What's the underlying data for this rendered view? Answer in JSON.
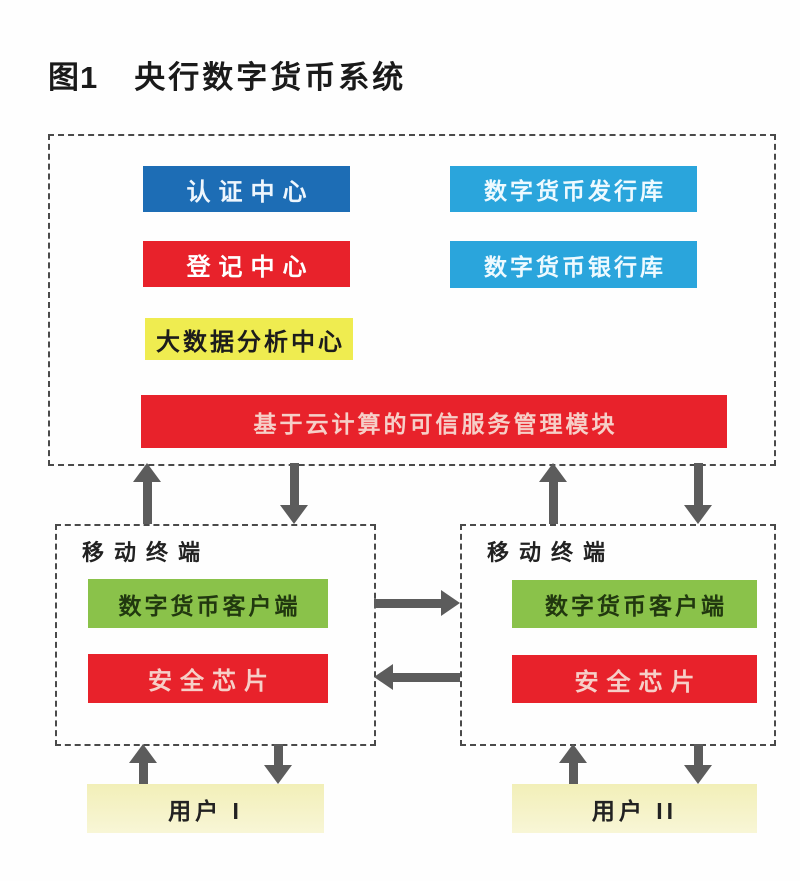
{
  "figure": {
    "label": "图1",
    "title": "央行数字货币系统"
  },
  "colors": {
    "blue": "#1d6db5",
    "cyan": "#2aa5dc",
    "red": "#e8222b",
    "yellow": "#efec50",
    "green": "#8ac24a",
    "cream": "#f5f2c4",
    "arrow_gray": "#5c5c5c",
    "dash_border": "#4a4a4a"
  },
  "central_system": {
    "auth_center": "认证中心",
    "issuance_vault": "数字货币发行库",
    "registration_center": "登记中心",
    "bank_vault": "数字货币银行库",
    "bigdata_center": "大数据分析中心",
    "tsm_module": "基于云计算的可信服务管理模块"
  },
  "mobile_terminals": [
    {
      "label": "移动终端",
      "client": "数字货币客户端",
      "chip": "安全芯片"
    },
    {
      "label": "移动终端",
      "client": "数字货币客户端",
      "chip": "安全芯片"
    }
  ],
  "users": [
    {
      "label": "用户 I"
    },
    {
      "label": "用户 II"
    }
  ]
}
